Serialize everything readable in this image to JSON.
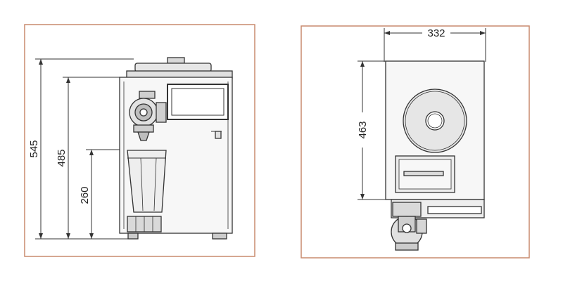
{
  "colors": {
    "frame": "#c98a6e",
    "line": "#333333",
    "fill_light": "#f2f2f2",
    "fill_mid": "#d9d9d9",
    "fill_dark": "#a6a6a6"
  },
  "front_view": {
    "dimensions": [
      {
        "label": "545",
        "mm": 545
      },
      {
        "label": "485",
        "mm": 485
      },
      {
        "label": "260",
        "mm": 260
      }
    ]
  },
  "top_view": {
    "width_dimension": {
      "label": "332",
      "mm": 332
    },
    "depth_dimension": {
      "label": "463",
      "mm": 463
    }
  }
}
